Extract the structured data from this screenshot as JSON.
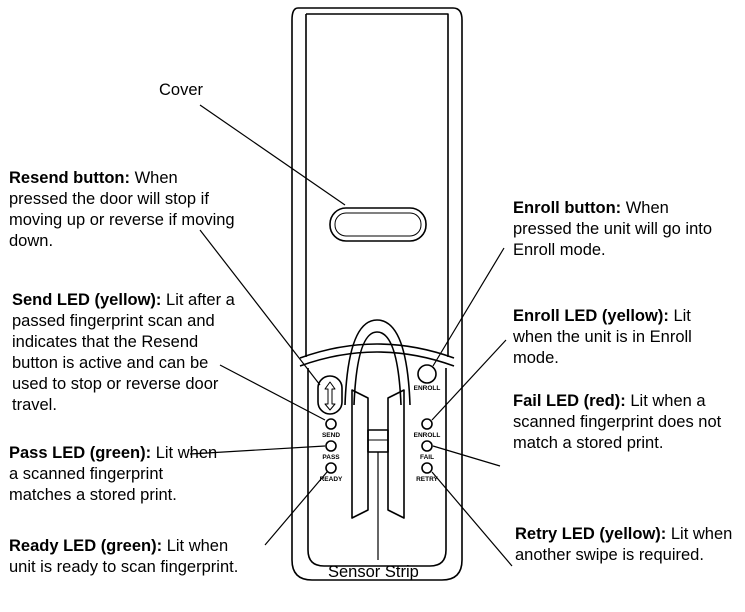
{
  "labels": {
    "cover": "Cover",
    "sensor_strip": "Sensor Strip"
  },
  "callouts": {
    "resend_button": {
      "title": "Resend button:",
      "text": "When pressed the door will stop if moving up or reverse if moving down."
    },
    "send_led": {
      "title": "Send LED (yellow):",
      "text": "Lit after a passed fingerprint scan and indicates that the Resend button is active and can be used to stop or reverse door travel."
    },
    "pass_led": {
      "title": "Pass LED (green):",
      "text": "Lit when a scanned fingerprint matches a stored print."
    },
    "ready_led": {
      "title": "Ready LED (green):",
      "text": "Lit when unit is ready to scan fingerprint."
    },
    "enroll_button": {
      "title": "Enroll button:",
      "text": "When pressed the unit will go into Enroll mode."
    },
    "enroll_led": {
      "title": "Enroll LED (yellow):",
      "text": "Lit when the unit is in Enroll mode."
    },
    "fail_led": {
      "title": "Fail LED (red):",
      "text": "Lit when a scanned fingerprint does not match a stored print."
    },
    "retry_led": {
      "title": "Retry LED (yellow):",
      "text": "Lit when another swipe is required."
    }
  },
  "device_labels": {
    "send": "SEND",
    "pass": "PASS",
    "ready": "READY",
    "enroll_button": "ENROLL",
    "enroll_led": "ENROLL",
    "fail": "FAIL",
    "retry": "RETRY"
  }
}
